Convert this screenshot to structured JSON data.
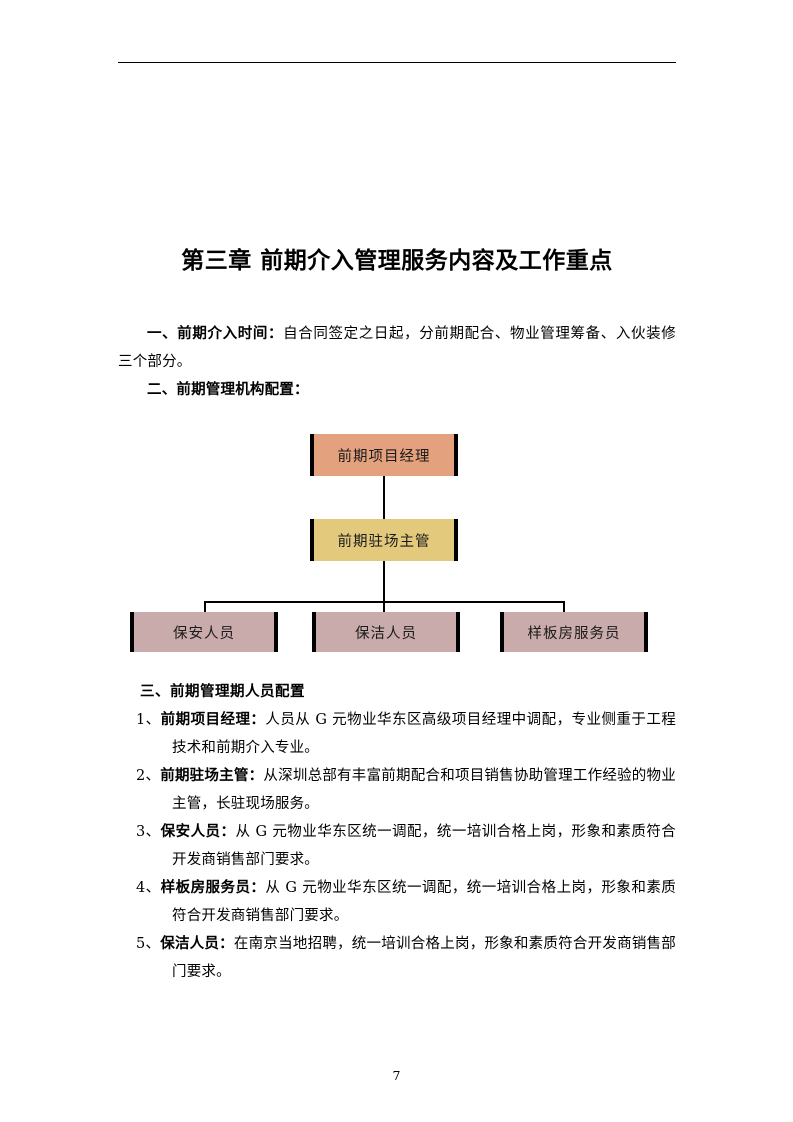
{
  "document": {
    "page_number": "7",
    "header_rule": true,
    "chapter_title": "第三章  前期介入管理服务内容及工作重点"
  },
  "sections": {
    "intro": {
      "item_one_lead": "一、前期介入时间：",
      "item_one_body": "自合同签定之日起，分前期配合、物业管理筹备、入伙装修三个部分。",
      "item_two_lead": "二、前期管理机构配置："
    },
    "staffing": {
      "heading": "三、前期管理期人员配置",
      "items": [
        {
          "number": "1、",
          "lead": "前期项目经理：",
          "body": "人员从 G 元物业华东区高级项目经理中调配，专业侧重于工程技术和前期介入专业。"
        },
        {
          "number": "2、",
          "lead": "前期驻场主管：",
          "body": "从深圳总部有丰富前期配合和项目销售协助管理工作经验的物业主管，长驻现场服务。"
        },
        {
          "number": "3、",
          "lead": "保安人员：",
          "body": "从 G 元物业华东区统一调配，统一培训合格上岗，形象和素质符合开发商销售部门要求。"
        },
        {
          "number": "4、",
          "lead": "样板房服务员：",
          "body": "从 G 元物业华东区统一调配，统一培训合格上岗，形象和素质符合开发商销售部门要求。"
        },
        {
          "number": "5、",
          "lead": "保洁人员：",
          "body": "在南京当地招聘，统一培训合格上岗，形象和素质符合开发商销售部门要求。"
        }
      ]
    }
  },
  "org_chart": {
    "nodes": [
      {
        "id": "manager",
        "label": "前期项目经理",
        "fill": "#E4A17E",
        "level": 1
      },
      {
        "id": "supervisor",
        "label": "前期驻场主管",
        "fill": "#E2C97C",
        "level": 2
      },
      {
        "id": "security",
        "label": "保安人员",
        "fill": "#C9ABAB",
        "level": 3
      },
      {
        "id": "cleaning",
        "label": "保洁人员",
        "fill": "#C9ABAB",
        "level": 3
      },
      {
        "id": "showroom",
        "label": "样板房服务员",
        "fill": "#C9ABAB",
        "level": 3
      }
    ],
    "edges": [
      {
        "from": "manager",
        "to": "supervisor"
      },
      {
        "from": "supervisor",
        "to": "security"
      },
      {
        "from": "supervisor",
        "to": "cleaning"
      },
      {
        "from": "supervisor",
        "to": "showroom"
      }
    ],
    "border_color": "#000000",
    "connector_color": "#000000"
  }
}
